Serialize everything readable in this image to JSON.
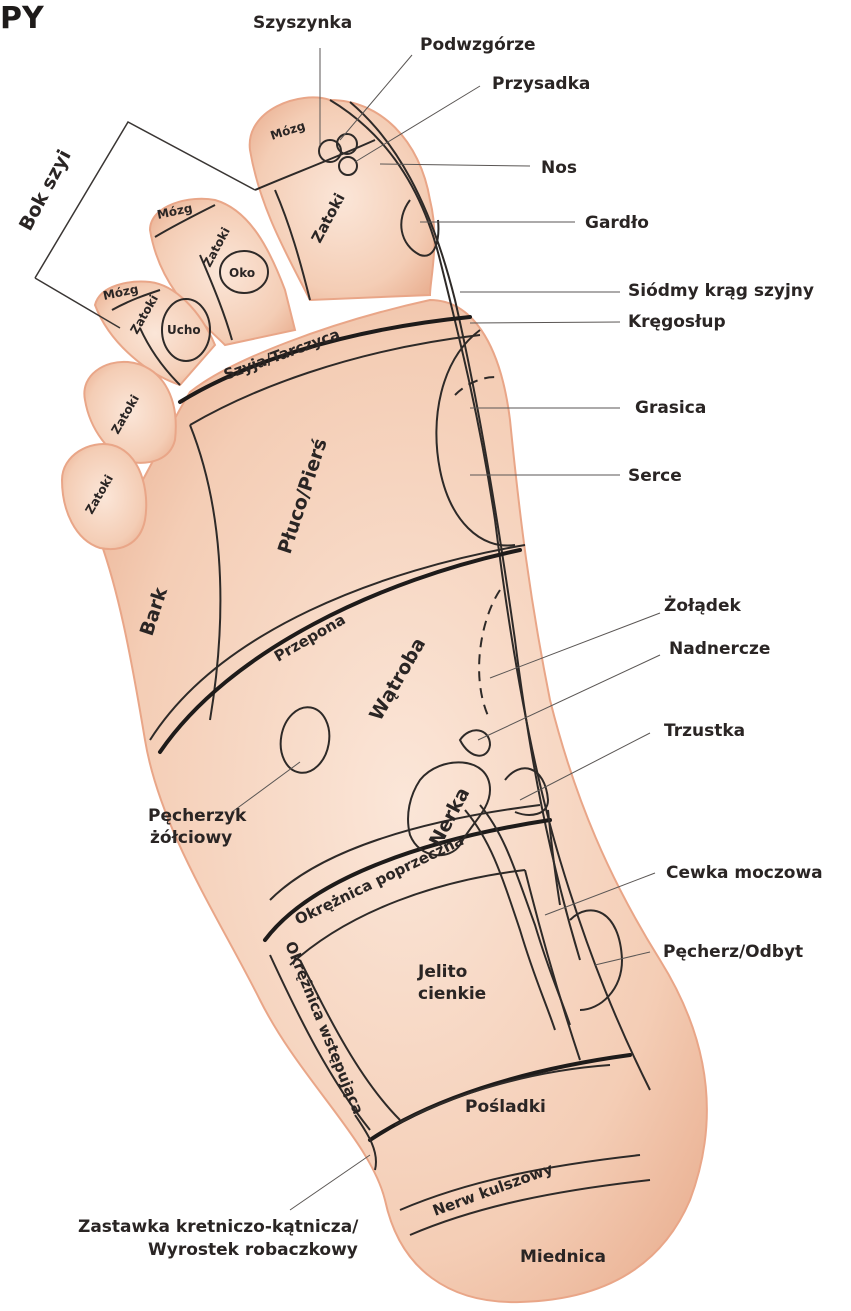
{
  "header": {
    "fragment": "PY"
  },
  "colors": {
    "skin": "#f2c7ae",
    "skin_light": "#fbe4d6",
    "outline": "#2e2a28",
    "text": "#2a2524"
  },
  "labels": {
    "szyszynka": "Szyszynka",
    "podwzgorze": "Podwzgórze",
    "przysadka": "Przysadka",
    "nos": "Nos",
    "gardlo": "Gardło",
    "siodmy_krag": "Siódmy krąg szyjny",
    "kregoslup": "Kręgosłup",
    "grasica": "Grasica",
    "serce": "Serce",
    "zoladek": "Żołądek",
    "nadnercze": "Nadnercze",
    "trzustka": "Trzustka",
    "cewka": "Cewka moczowa",
    "pecherz": "Pęcherz/Odbyt",
    "bok_szyi": "Bok szyi",
    "pecherzyk_1": "Pęcherzyk",
    "pecherzyk_2": "żółciowy",
    "zastawka_1": "Zastawka kretniczo-kątnicza/",
    "zastawka_2": "Wyrostek robaczkowy",
    "miednica": "Miednica"
  },
  "zones": {
    "mozg_big": "Mózg",
    "mozg_2": "Mózg",
    "mozg_3": "Mózg",
    "zatoki_big": "Zatoki",
    "zatoki_2": "Zatoki",
    "zatoki_3": "Zatoki",
    "zatoki_4": "Zatoki",
    "zatoki_5": "Zatoki",
    "oko": "Oko",
    "ucho": "Ucho",
    "szyja": "Szyja/Tarczyca",
    "pluco": "Płuco/Pierś",
    "bark": "Bark",
    "przepona": "Przepona",
    "watroba": "Wątroba",
    "nerka": "Nerka",
    "okreznica_pop": "Okrężnica poprzeczna",
    "okreznica_wst": "Okrężnica wstępująca",
    "jelito_1": "Jelito",
    "jelito_2": "cienkie",
    "posladki": "Pośladki",
    "nerw": "Nerw kulszowy"
  }
}
